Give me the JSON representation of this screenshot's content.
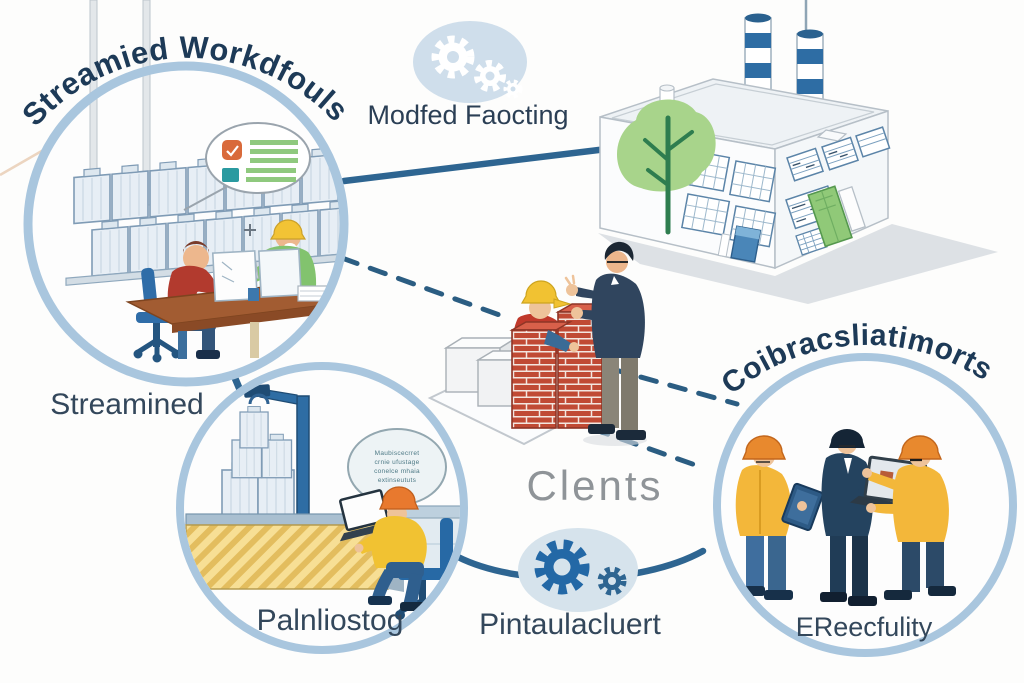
{
  "page": {
    "background": "#fdfdfc",
    "kind": "isometric process illustration"
  },
  "labels": {
    "workflows_arc": "Streamied Workdfouls",
    "workflows_caption": "Streamined",
    "modified_factory": "Modfed Faocting",
    "clients": "Clents",
    "collaboration_arc": "Coibracsliatimorts",
    "planning_caption": "Palnliostog",
    "manufacture_caption": "Pintaulacluert",
    "efficiency_caption": "EReecfulity"
  },
  "speech_bubble": {
    "lines": [
      "Maubiscecrret",
      "crnie ufustage",
      "conelce mhaia",
      "extinseututs"
    ]
  },
  "icons": [
    "gears-icon",
    "checklist-icon",
    "speech-bubble",
    "factory-building",
    "striped-chimney",
    "tree-icon",
    "brick-stack",
    "crate-stack",
    "worker-figure",
    "laptop-icon",
    "tablet-icon",
    "office-chair"
  ],
  "colors": {
    "circle_ring": "#a9c6de",
    "connector_solid": "#2e6591",
    "connector_dashed": "#2b5d82",
    "label_text": "#33475b",
    "arc_text": "#1d3a57",
    "clients_text": "#8f9498",
    "gear_ellipse": "#cfdeeb",
    "gear_blue": "#2368a6",
    "worker_yellow": "#f3b73a",
    "helmet_orange": "#e8892e",
    "jacket_green": "#82c36e",
    "shirt_red": "#c0392b",
    "brick_red": "#c04a34",
    "tree_green": "#a8d48b",
    "door_green": "#90c978",
    "chimney_blue": "#2e6da4",
    "desk_wood": "#a25c32",
    "platform_yellow": "#f7df95"
  }
}
